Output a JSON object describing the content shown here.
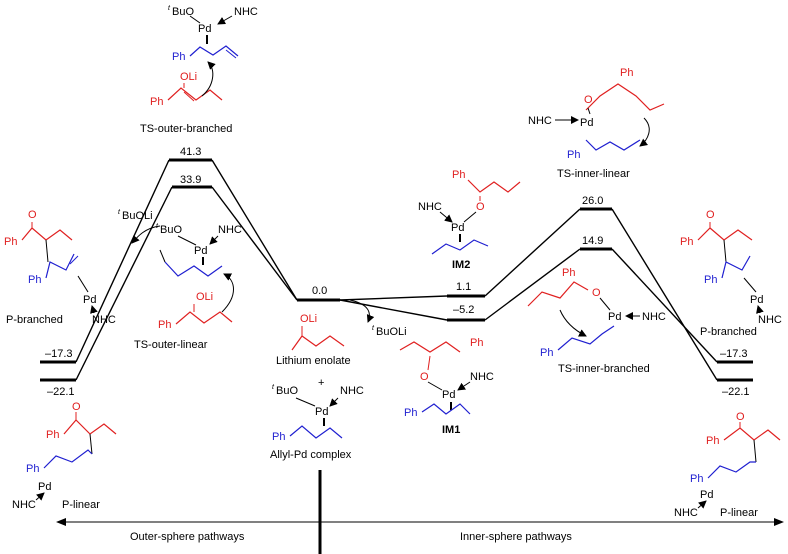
{
  "energies": {
    "zero": "0.0",
    "ts_outer_branched": "41.3",
    "ts_outer_linear": "33.9",
    "p_branched_left": "–17.3",
    "p_linear_left": "–22.1",
    "im2": "1.1",
    "im1": "–5.2",
    "ts_inner_linear": "26.0",
    "ts_inner_branched": "14.9",
    "p_branched_right": "–17.3",
    "p_linear_right": "–22.1"
  },
  "labels": {
    "ts_outer_branched": "TS-outer-branched",
    "ts_outer_linear": "TS-outer-linear",
    "ts_inner_linear": "TS-inner-linear",
    "ts_inner_branched": "TS-inner-branched",
    "lithium_enolate": "Lithium enolate",
    "allyl_pd": "Allyl-Pd complex",
    "im1": "IM1",
    "im2": "IM2",
    "p_branched_left": "P-branched",
    "p_branched_right": "P-branched",
    "p_linear_left": "P-linear",
    "p_linear_right": "P-linear",
    "outer": "Outer-sphere pathways",
    "inner": "Inner-sphere pathways"
  },
  "atoms": {
    "pd": "Pd",
    "nhc": "NHC",
    "ph": "Ph",
    "o": "O",
    "oli": "OLi",
    "buo": "BuO",
    "buoli": "BuOLi",
    "t": "t",
    "plus": "+"
  },
  "colors": {
    "line": "#000000",
    "enolate": "#e02020",
    "allyl": "#1f1fd0"
  }
}
